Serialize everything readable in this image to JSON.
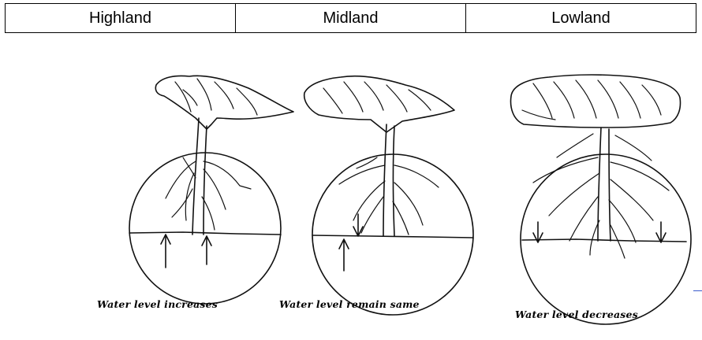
{
  "columns": [
    "Highland",
    "Midland",
    "Lowland"
  ],
  "captions": {
    "highland": "Water level increases",
    "midland": "Water level remain same",
    "lowland": "Water level decreases"
  },
  "colors": {
    "ink": "#111111",
    "border": "#000000",
    "accent_dash": "#3a5bcc"
  }
}
